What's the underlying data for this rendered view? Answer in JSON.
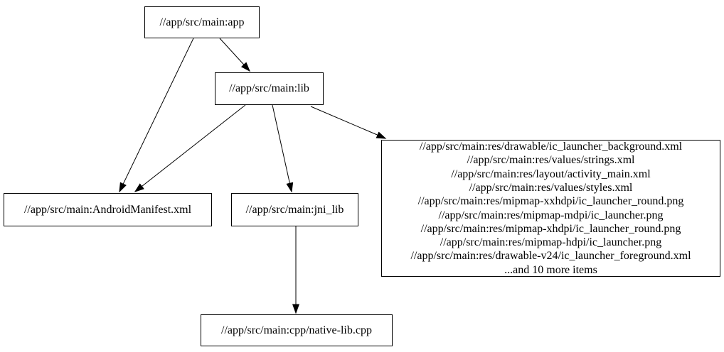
{
  "diagram": {
    "kind": "build-dependency-graph",
    "background_color": "#ffffff",
    "node_border_color": "#000000",
    "edge_color": "#000000",
    "text_color": "#000000",
    "nodes": {
      "app": {
        "label": "//app/src/main:app"
      },
      "lib": {
        "label": "//app/src/main:lib"
      },
      "manifest": {
        "label": "//app/src/main:AndroidManifest.xml"
      },
      "jni_lib": {
        "label": "//app/src/main:jni_lib"
      },
      "native_lib": {
        "label": "//app/src/main:cpp/native-lib.cpp"
      },
      "resources": {
        "lines": [
          "//app/src/main:res/drawable/ic_launcher_background.xml",
          "//app/src/main:res/values/strings.xml",
          "//app/src/main:res/layout/activity_main.xml",
          "//app/src/main:res/values/styles.xml",
          "//app/src/main:res/mipmap-xxhdpi/ic_launcher_round.png",
          "//app/src/main:res/mipmap-mdpi/ic_launcher.png",
          "//app/src/main:res/mipmap-xhdpi/ic_launcher_round.png",
          "//app/src/main:res/mipmap-hdpi/ic_launcher.png",
          "//app/src/main:res/drawable-v24/ic_launcher_foreground.xml",
          "...and 10 more items"
        ]
      }
    },
    "edges": [
      {
        "from": "app",
        "to": "lib"
      },
      {
        "from": "app",
        "to": "manifest"
      },
      {
        "from": "lib",
        "to": "manifest"
      },
      {
        "from": "lib",
        "to": "jni_lib"
      },
      {
        "from": "lib",
        "to": "resources"
      },
      {
        "from": "jni_lib",
        "to": "native_lib"
      }
    ]
  }
}
